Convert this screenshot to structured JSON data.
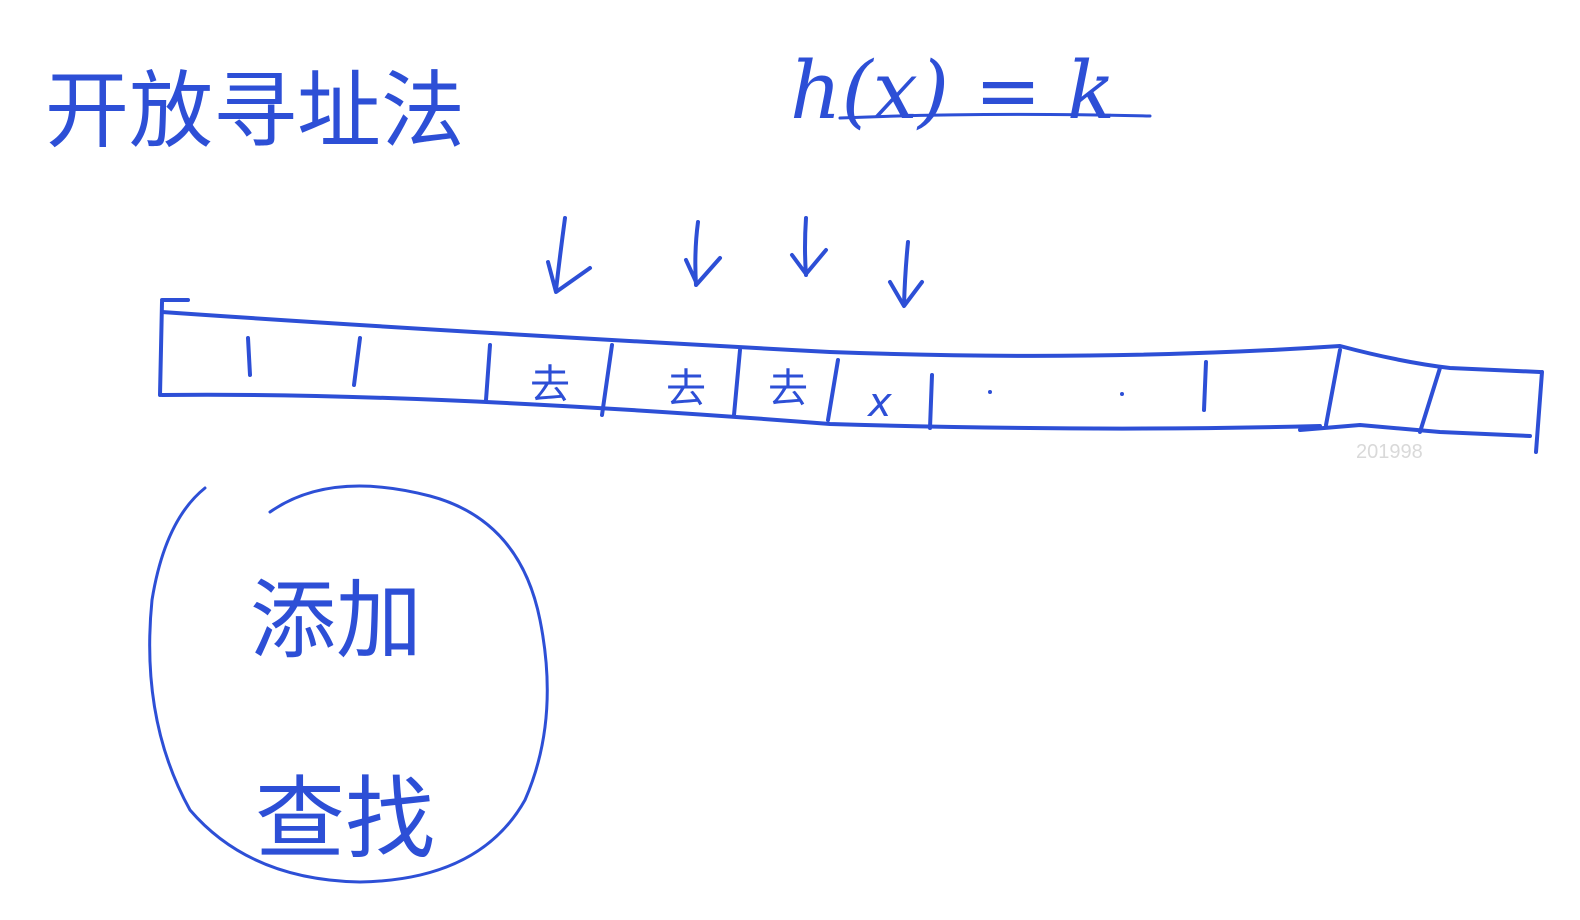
{
  "title": "开放寻址法",
  "formula": "h(x) = k",
  "cells": [
    {
      "mark": ""
    },
    {
      "mark": ""
    },
    {
      "mark": ""
    },
    {
      "mark": "去"
    },
    {
      "mark": "去"
    },
    {
      "mark": "去"
    },
    {
      "mark": "x"
    },
    {
      "mark": ""
    },
    {
      "mark": ""
    },
    {
      "mark": ""
    },
    {
      "mark": ""
    }
  ],
  "arrows_count": 4,
  "operations": {
    "add_label": "添加",
    "find_label": "查找"
  },
  "watermark": "201998",
  "ink_color": "#2d4fd6"
}
